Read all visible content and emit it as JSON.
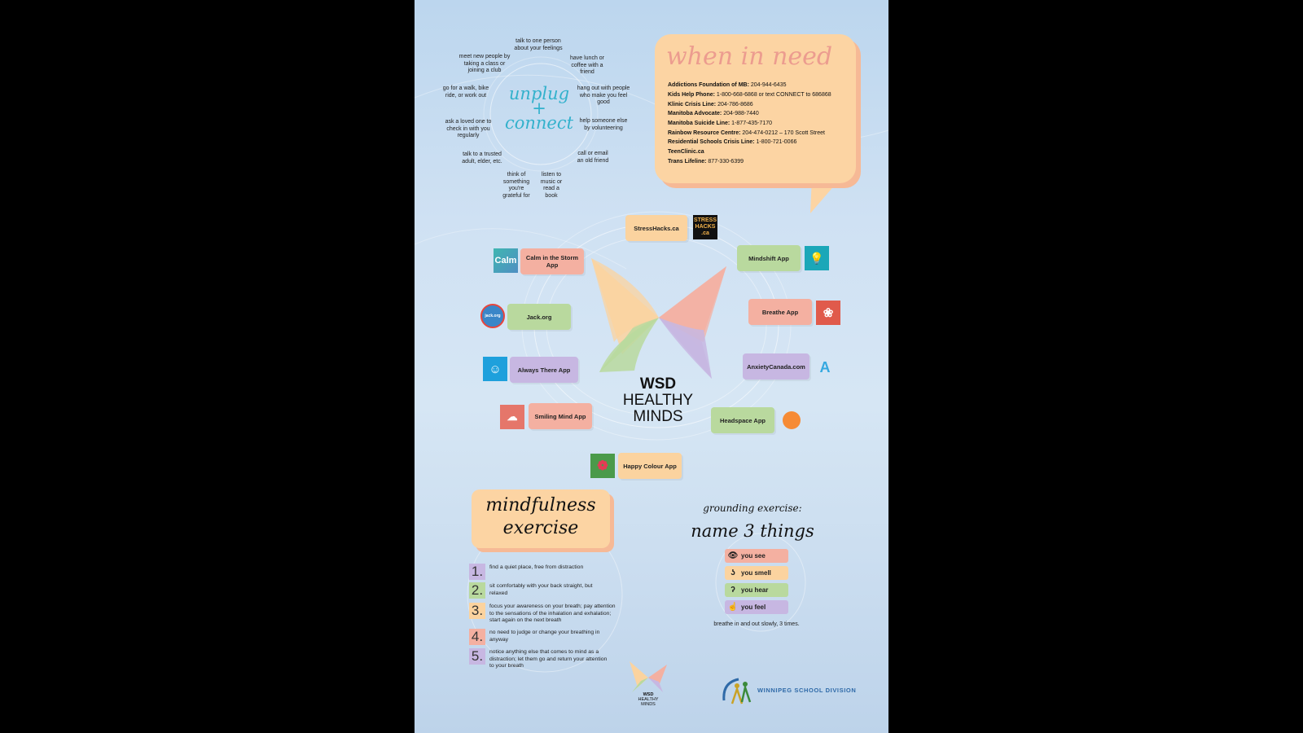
{
  "unplug": {
    "title_line1": "unplug",
    "title_plus": "+",
    "title_line2": "connect",
    "tips": [
      "talk to one person about your feelings",
      "have lunch or coffee with a friend",
      "hang out with people who make you feel good",
      "help someone else by volunteering",
      "call or email an old friend",
      "listen to music or read a book",
      "think of something you're grateful for",
      "talk to a trusted adult, elder, etc.",
      "ask a loved one to check in with you regularly",
      "go for a walk, bike ride, or work out",
      "meet new people by taking a class or joining a club"
    ]
  },
  "when_in_need": {
    "title": "when in need",
    "contacts": [
      {
        "name": "Addictions Foundation of MB:",
        "value": " 204-944-6435"
      },
      {
        "name": "Kids Help Phone:",
        "value": " 1-800-668-6868 or text CONNECT to 686868"
      },
      {
        "name": "Klinic Crisis Line:",
        "value": " 204-786-8686"
      },
      {
        "name": "Manitoba Advocate:",
        "value": " 204-988-7440"
      },
      {
        "name": "Manitoba Suicide Line:",
        "value": " 1-877-435-7170"
      },
      {
        "name": "Rainbow Resource Centre:",
        "value": " 204-474-0212 – 170 Scott Street"
      },
      {
        "name": "Residential Schools Crisis Line:",
        "value": " 1-800-721-0066"
      },
      {
        "name": "TeenClinic.ca",
        "value": ""
      },
      {
        "name": "Trans Lifeline:",
        "value": " 877-330-6399"
      }
    ]
  },
  "resources": {
    "stresshacks": "StressHacks.ca",
    "stresshacks_logo": "STRESS HACKS .ca",
    "calm": "Calm in the Storm App",
    "calm_logo": "Calm",
    "mindshift": "Mindshift App",
    "jack": "Jack.org",
    "jack_logo": "jack.org",
    "breathe": "Breathe App",
    "always_there": "Always There App",
    "anxiety": "AnxietyCanada.com",
    "smiling": "Smiling Mind App",
    "headspace": "Headspace App",
    "happy_colour": "Happy Colour App"
  },
  "brand": {
    "line1": "WSD",
    "line2": "HEALTHY",
    "line3": "MINDS"
  },
  "mindfulness": {
    "title_line1": "mindfulness",
    "title_line2": "exercise",
    "steps": [
      {
        "num": "1.",
        "text": "find a quiet place, free from distraction"
      },
      {
        "num": "2.",
        "text": "sit comfortably with your back straight, but relaxed"
      },
      {
        "num": "3.",
        "text": "focus your awareness on your breath; pay attention to the sensations of the inhalation and exhalation; start again on the next breath"
      },
      {
        "num": "4.",
        "text": "no need to judge or change your breathing in anyway"
      },
      {
        "num": "5.",
        "text": "notice anything else that comes to mind as a distraction; let them go and return your attention to your breath"
      }
    ]
  },
  "grounding": {
    "subtitle": "grounding exercise:",
    "title": "name 3 things",
    "senses": [
      "you see",
      "you smell",
      "you hear",
      "you feel"
    ],
    "footer": "breathe in and out slowly, 3 times."
  },
  "footer": {
    "small_brand_line1": "WSD",
    "small_brand_line2": "HEALTHY",
    "small_brand_line3": "MINDS",
    "division": "WINNIPEG SCHOOL DIVISION"
  },
  "colors": {
    "orange": "#fbd39f",
    "green": "#b9d99e",
    "pink": "#f4b0a1",
    "purple": "#c7b7e2",
    "accent_teal": "#33b1cc"
  }
}
